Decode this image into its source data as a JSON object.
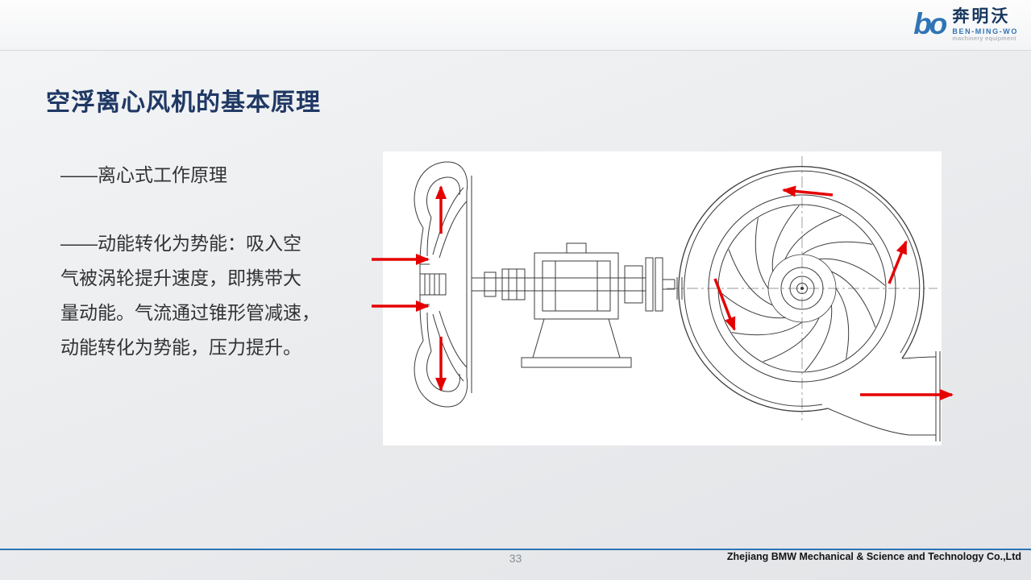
{
  "logo": {
    "mark": "bo",
    "name_cn": "奔明沃",
    "name_en": "BEN-MING-WO",
    "tagline": "machinery equipment"
  },
  "title": "空浮离心风机的基本原理",
  "body": {
    "line1": "——离心式工作原理",
    "paragraph_lines": [
      "——动能转化为势能：吸入空",
      "气被涡轮提升速度，即携带大",
      "量动能。气流通过锥形管减速，",
      "动能转化为势能，压力提升。"
    ]
  },
  "footer": {
    "page_number": "33",
    "company": "Zhejiang BMW Mechanical & Science and Technology Co.,Ltd"
  },
  "colors": {
    "accent_blue": "#2e74b5",
    "title_navy": "#1f3864",
    "arrow_red": "#e50000"
  }
}
